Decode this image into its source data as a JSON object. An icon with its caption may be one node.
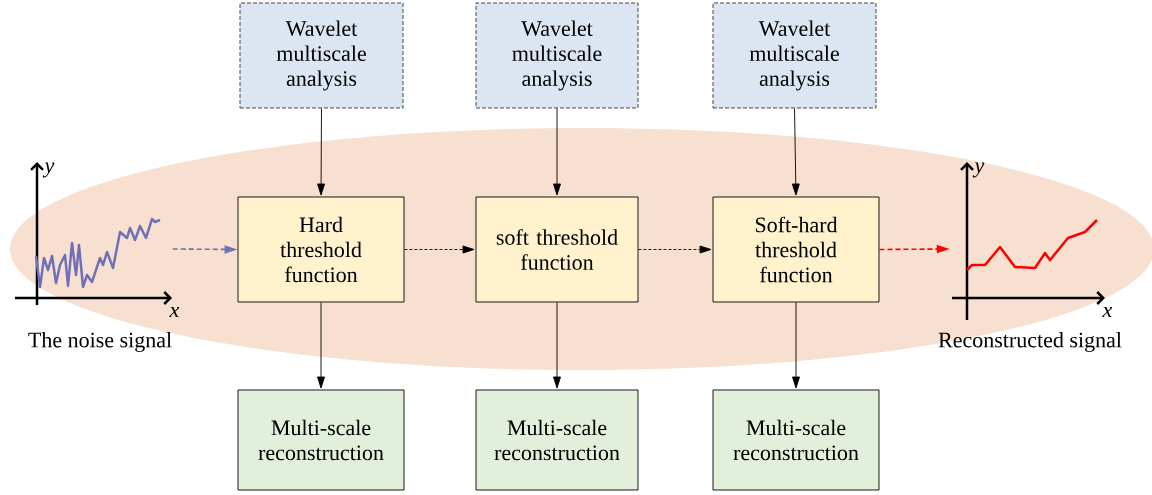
{
  "diagram": {
    "nodes": [
      {
        "text": [],
        "shape": "picture",
        "beside": [
          "The noise signal"
        ]
      },
      {
        "text": [
          "Wavelet multiscale analysis"
        ]
      },
      {
        "text": [
          "Wavelet multiscale analysis"
        ]
      },
      {
        "text": [
          "Wavelet multiscale analysis"
        ]
      },
      {
        "text": [
          "Hard threshold function"
        ]
      },
      {
        "text": [
          "soft threshold function"
        ]
      },
      {
        "text": [
          "Soft-hard threshold function"
        ]
      },
      {
        "text": [
          "Multi-scale reconstruction"
        ]
      },
      {
        "text": [
          "Multi-scale reconstruction"
        ]
      },
      {
        "text": [
          "Multi-scale reconstruction"
        ]
      },
      {
        "text": [],
        "shape": "picture",
        "beside": [
          "Reconstructed signal"
        ]
      }
    ],
    "edges": [
      {
        "from": 0,
        "to": 4,
        "arrow": "to",
        "style": "dashed",
        "color": "#7070b8"
      },
      {
        "from": 4,
        "to": 5,
        "arrow": "to",
        "style": "dashed"
      },
      {
        "from": 5,
        "to": 6,
        "arrow": "to",
        "style": "dashed"
      },
      {
        "from": 6,
        "to": 10,
        "arrow": "to",
        "style": "dashed",
        "color": "#ff0000"
      },
      {
        "from": 1,
        "to": 4,
        "arrow": "to"
      },
      {
        "from": 2,
        "to": 5,
        "arrow": "to"
      },
      {
        "from": 3,
        "to": 6,
        "arrow": "to"
      },
      {
        "from": 4,
        "to": 7,
        "arrow": "to"
      },
      {
        "from": 5,
        "to": 8,
        "arrow": "to"
      },
      {
        "from": 6,
        "to": 9,
        "arrow": "to"
      }
    ],
    "labels": [
      "y",
      "x",
      "y",
      "x"
    ]
  }
}
